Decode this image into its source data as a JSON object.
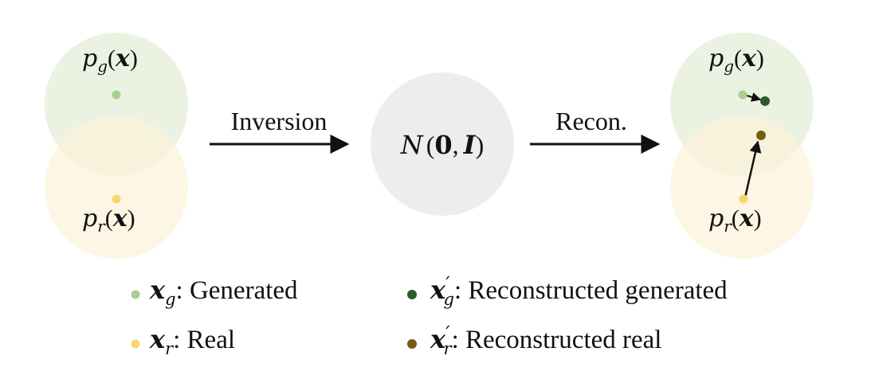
{
  "left": {
    "pg_label": {
      "sym": "p",
      "sub": "g",
      "arg": "(",
      "var": "x",
      "close": ")"
    },
    "pr_label": {
      "sym": "p",
      "sub": "r",
      "arg": "(",
      "var": "x",
      "close": ")"
    }
  },
  "arrows": {
    "inversion": "Inversion",
    "recon": "Recon."
  },
  "center": {
    "cal_n": "N",
    "paren_open": "(",
    "zero": "0",
    "comma": ",",
    "identity": "I",
    "paren_close": ")"
  },
  "right": {
    "pg_label": {
      "sym": "p",
      "sub": "g",
      "arg": "(",
      "var": "x",
      "close": ")"
    },
    "pr_label": {
      "sym": "p",
      "sub": "r",
      "arg": "(",
      "var": "x",
      "close": ")"
    }
  },
  "legend": {
    "xg": {
      "var": "x",
      "sub": "g",
      "text": ": Generated"
    },
    "xr": {
      "var": "x",
      "sub": "r",
      "text": ": Real"
    },
    "xg_prime": {
      "var": "x",
      "prime": "′",
      "sub": "g",
      "text": ": Reconstructed generated"
    },
    "xr_prime": {
      "var": "x",
      "prime": "′",
      "sub": "r",
      "text": ": Reconstructed real"
    }
  },
  "colors": {
    "generated_region": "#e7f0dd",
    "real_region": "#fcf2d8",
    "latent_region": "#ededed",
    "generated_dot": "#a8cf8e",
    "real_dot": "#f7d66b",
    "recon_generated_dot": "#2f5a2a",
    "recon_real_dot": "#7a5a14"
  }
}
